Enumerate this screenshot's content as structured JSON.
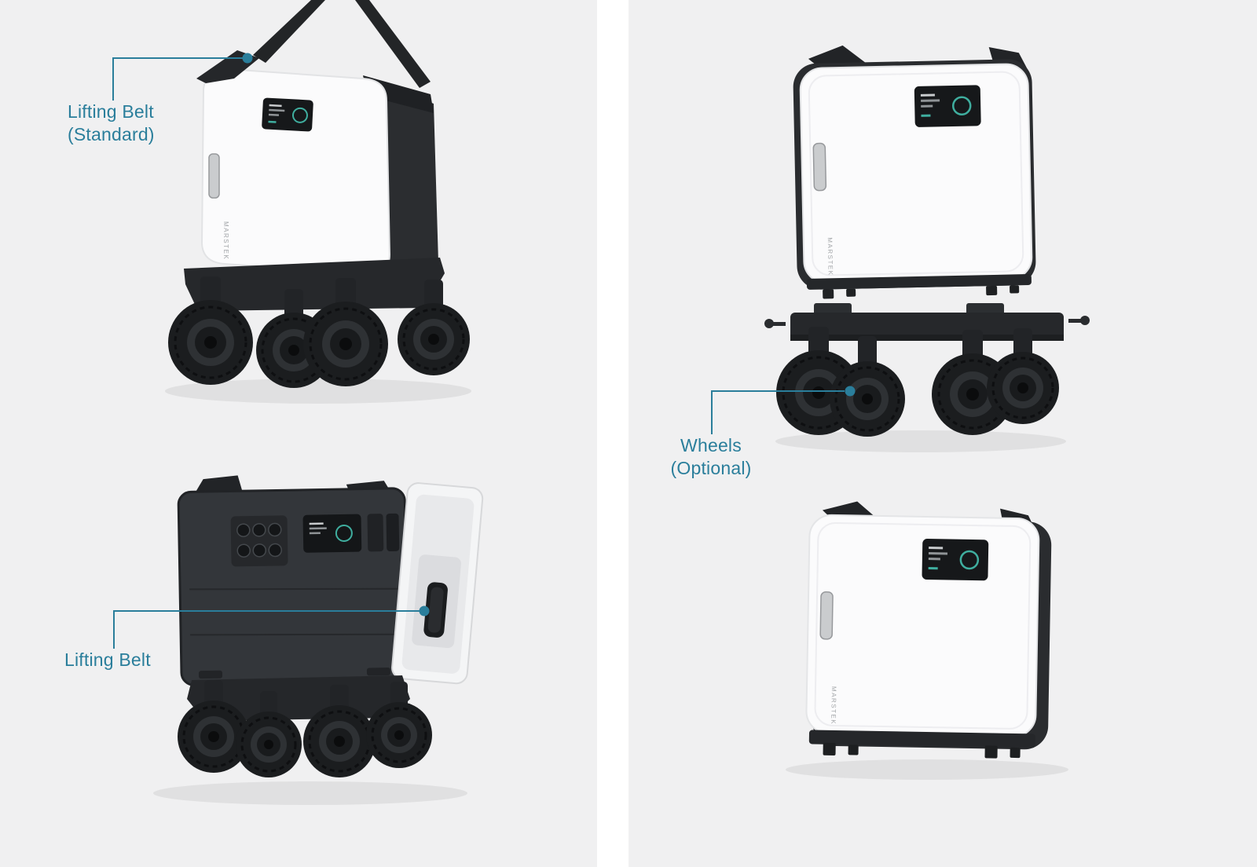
{
  "colors": {
    "accent": "#2A7E9B",
    "panel_background": "#F0F0F1",
    "unit_white": "#FBFBFC",
    "unit_dark": "#2A2C2F",
    "screen_teal": "#3FAE9F"
  },
  "brand": "MARSTEK",
  "callouts": {
    "lifting_belt_standard": {
      "line1": "Lifting Belt",
      "line2": "(Standard)"
    },
    "lifting_belt": {
      "label": "Lifting Belt"
    },
    "wheels_optional": {
      "line1": "Wheels",
      "line2": "(Optional)"
    }
  }
}
